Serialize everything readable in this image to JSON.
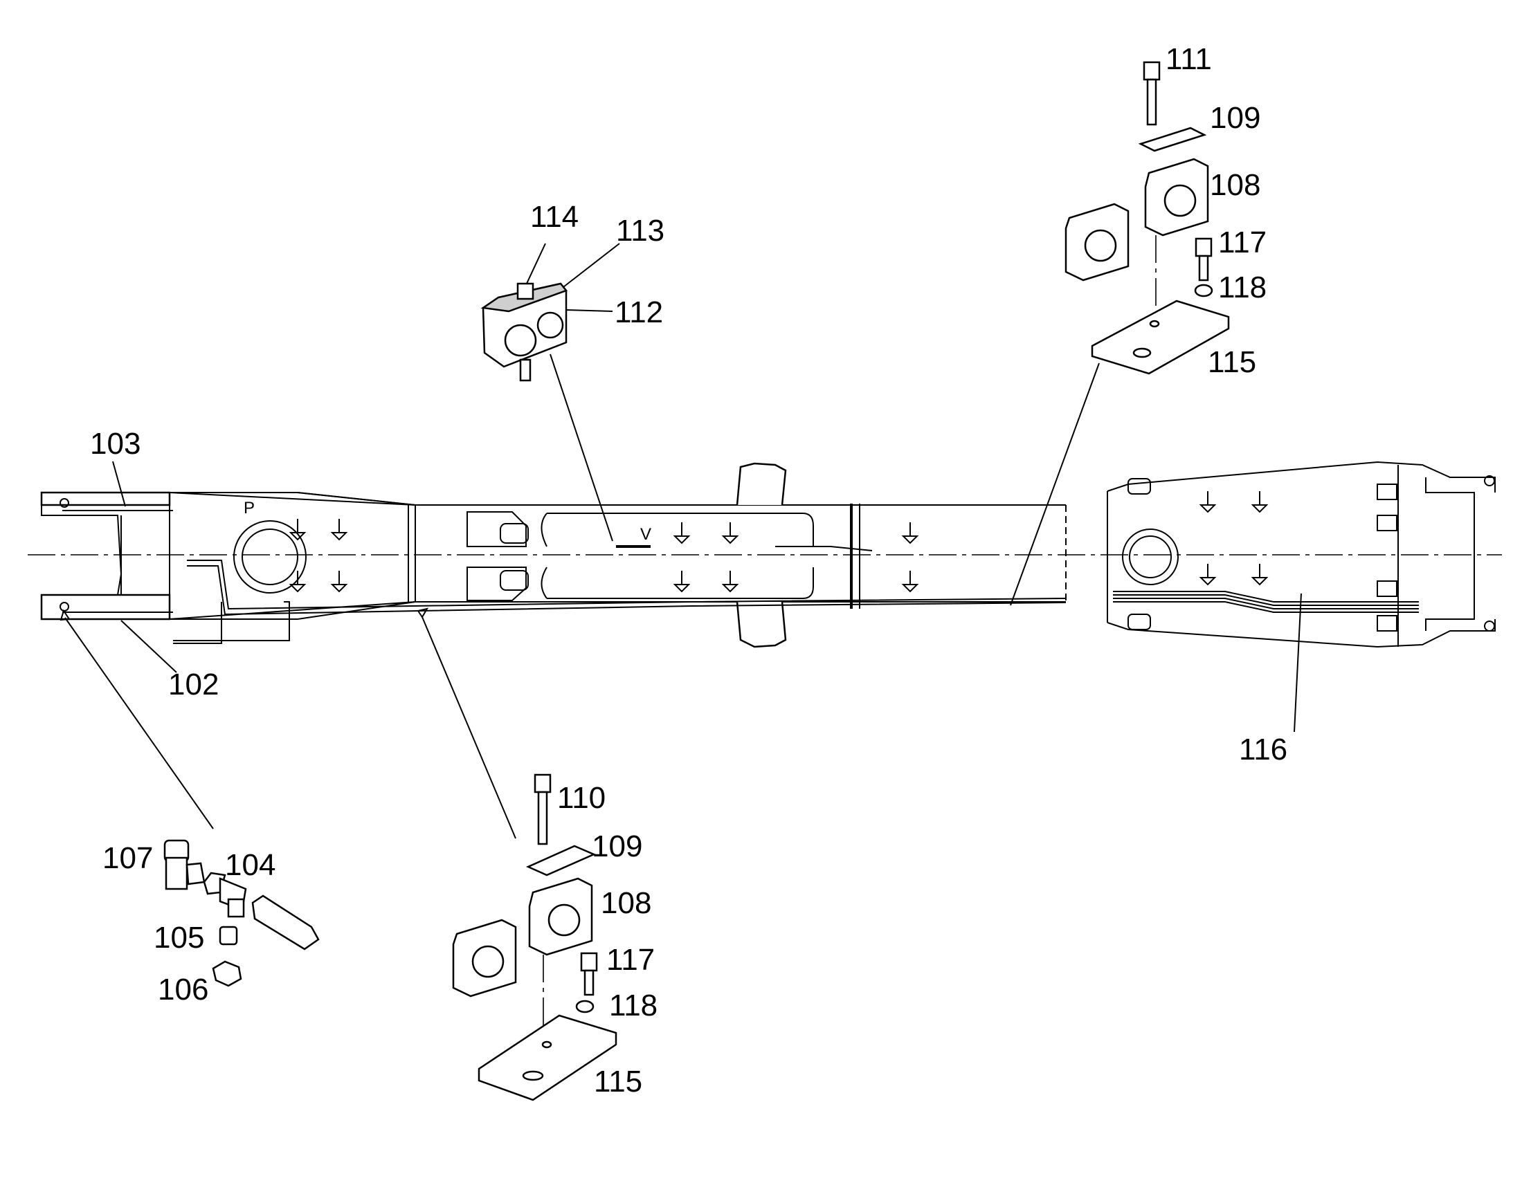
{
  "diagram": {
    "callouts": {
      "c102": "102",
      "c103": "103",
      "c104": "104",
      "c105": "105",
      "c106": "106",
      "c107": "107",
      "c108a": "108",
      "c108b": "108",
      "c109a": "109",
      "c109b": "109",
      "c110": "110",
      "c111": "111",
      "c112": "112",
      "c113": "113",
      "c114": "114",
      "c115a": "115",
      "c115b": "115",
      "c116": "116",
      "c117a": "117",
      "c117b": "117",
      "c118a": "118",
      "c118b": "118"
    },
    "marks": {
      "p": "P",
      "v": "V"
    }
  }
}
